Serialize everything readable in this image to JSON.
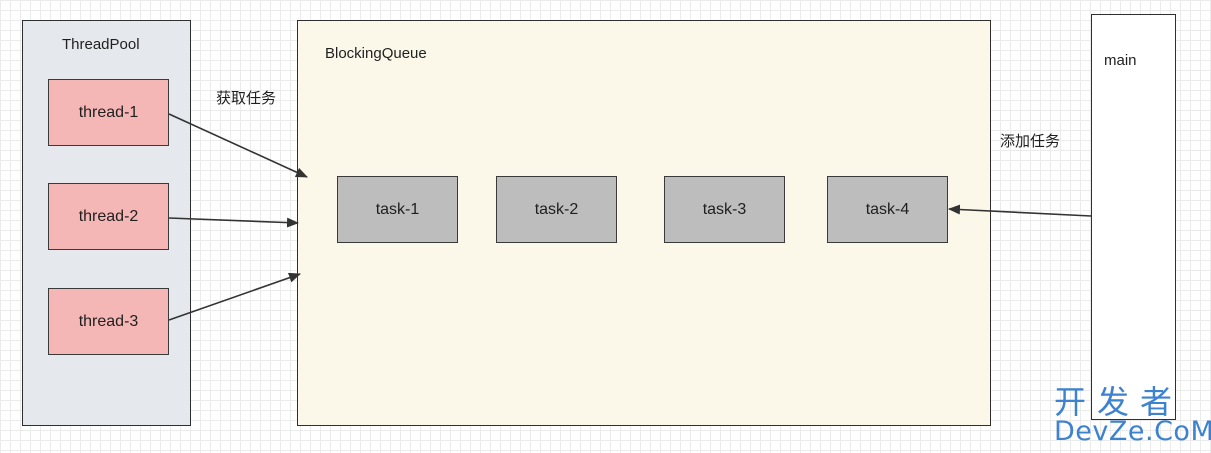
{
  "colors": {
    "thread_fill": "#f5b7b5",
    "pool_fill": "#e5e9ed",
    "queue_fill": "#fbf8ea",
    "task_fill": "#bdbdbd",
    "stroke": "#333333",
    "watermark": "#3c82cf"
  },
  "thread_pool": {
    "title": "ThreadPool",
    "threads": [
      "thread-1",
      "thread-2",
      "thread-3"
    ]
  },
  "fetch_label": "获取任务",
  "blocking_queue": {
    "title": "BlockingQueue",
    "tasks": [
      "task-1",
      "task-2",
      "task-3",
      "task-4"
    ]
  },
  "add_label": "添加任务",
  "main_box": {
    "title": "main"
  },
  "watermark": {
    "line1": "开发者",
    "line2": "DevZe.CoM"
  }
}
